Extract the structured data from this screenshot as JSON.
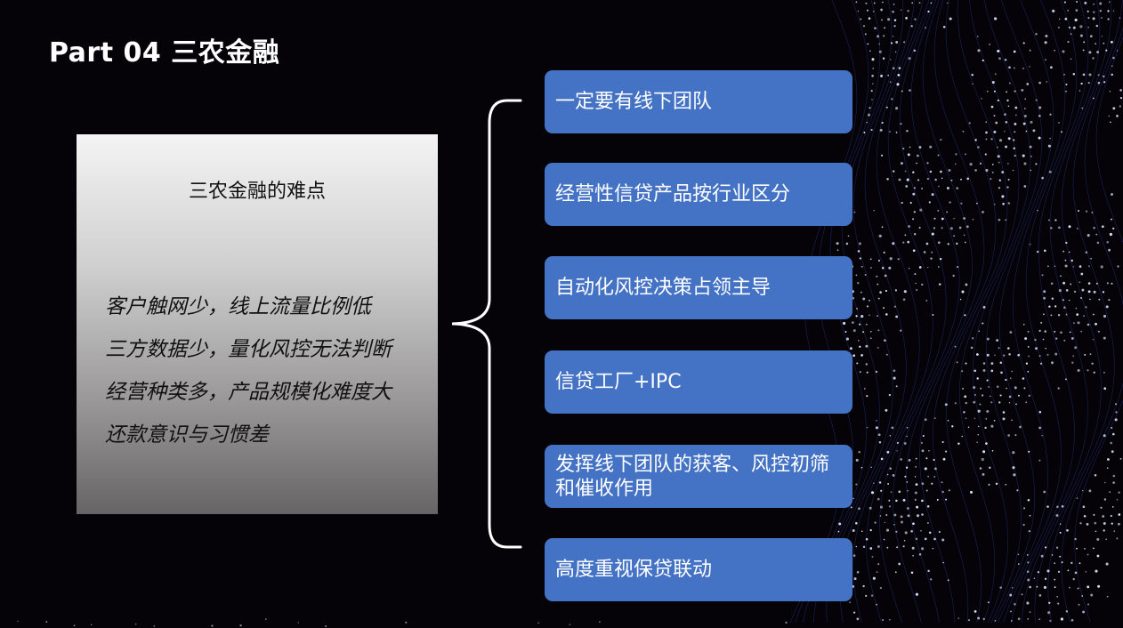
{
  "slide": {
    "title": "Part 04 三农金融"
  },
  "difficulties_panel": {
    "heading": "三农金融的难点",
    "items": [
      "客户触网少，线上流量比例低",
      "三方数据少，量化风控无法判断",
      "经营种类多，产品规模化难度大",
      "还款意识与习惯差"
    ]
  },
  "solutions": [
    {
      "label": "一定要有线下团队"
    },
    {
      "label": "经营性信贷产品按行业区分"
    },
    {
      "label": "自动化风控决策占领主导"
    },
    {
      "label": "信贷工厂+IPC"
    },
    {
      "label": "发挥线下团队的获客、风控初筛和催收作用"
    },
    {
      "label": "高度重视保贷联动"
    }
  ],
  "colors": {
    "background": "#050208",
    "card_fill": "#4472c4",
    "card_text": "#ffffff",
    "brace": "#ffffff",
    "dot_art": "#dce6ff",
    "mesh_lines": "#2a3f9a"
  },
  "decoration": {
    "right_side": "dot-mesh-wave"
  }
}
